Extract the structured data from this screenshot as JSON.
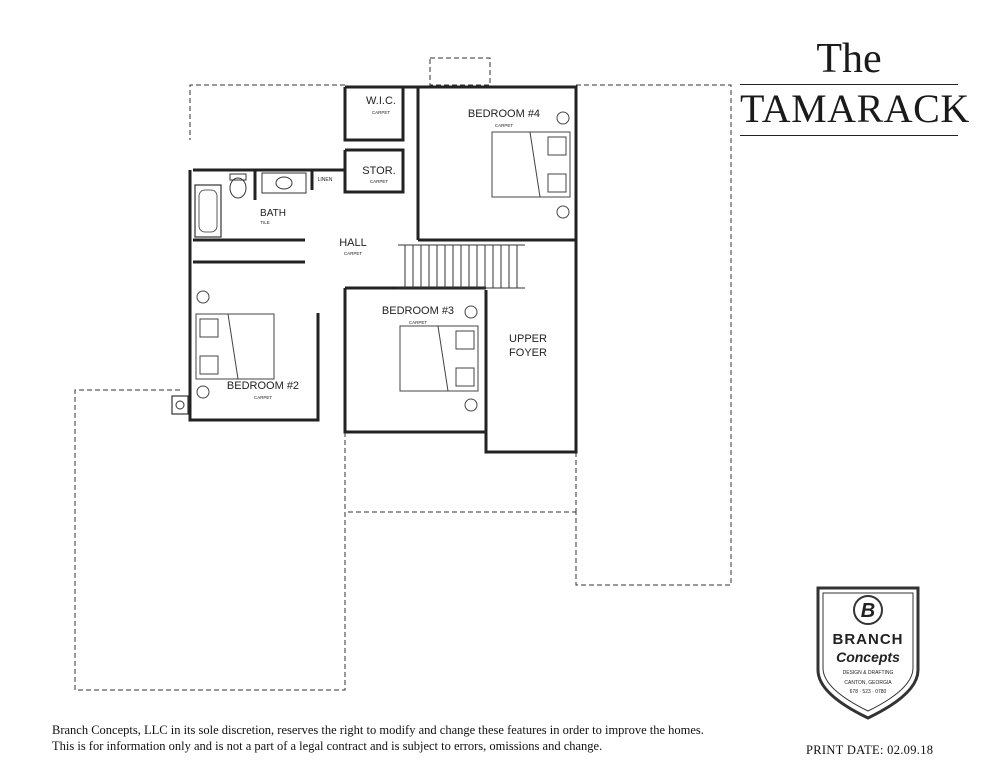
{
  "title": {
    "line1": "The",
    "line2": "TAMARACK"
  },
  "rooms": {
    "wic": {
      "name": "W.I.C.",
      "floor": "CARPET"
    },
    "bedroom4": {
      "name": "BEDROOM #4",
      "floor": "CARPET"
    },
    "stor": {
      "name": "STOR.",
      "floor": "CARPET"
    },
    "linen": {
      "name": "LINEN"
    },
    "bath": {
      "name": "BATH",
      "floor": "TILE"
    },
    "hall": {
      "name": "HALL",
      "floor": "CARPET"
    },
    "bedroom3": {
      "name": "BEDROOM #3",
      "floor": "CARPET"
    },
    "bedroom2": {
      "name": "BEDROOM #2",
      "floor": "CARPET"
    },
    "upper_foyer": {
      "line1": "UPPER",
      "line2": "FOYER"
    }
  },
  "logo": {
    "monogram": "B",
    "name": "BRANCH",
    "script": "Concepts",
    "tagline": "DESIGN & DRAFTING",
    "location": "CANTON, GEORGIA",
    "phone": "678 · 523 · 0780"
  },
  "disclaimer": "Branch Concepts, LLC in its sole discretion, reserves the right to modify and change these features in order to improve the homes.  This is for information only and is not a part of a legal contract and is subject to errors, omissions and change.",
  "print_date": "PRINT DATE:  02.09.18"
}
